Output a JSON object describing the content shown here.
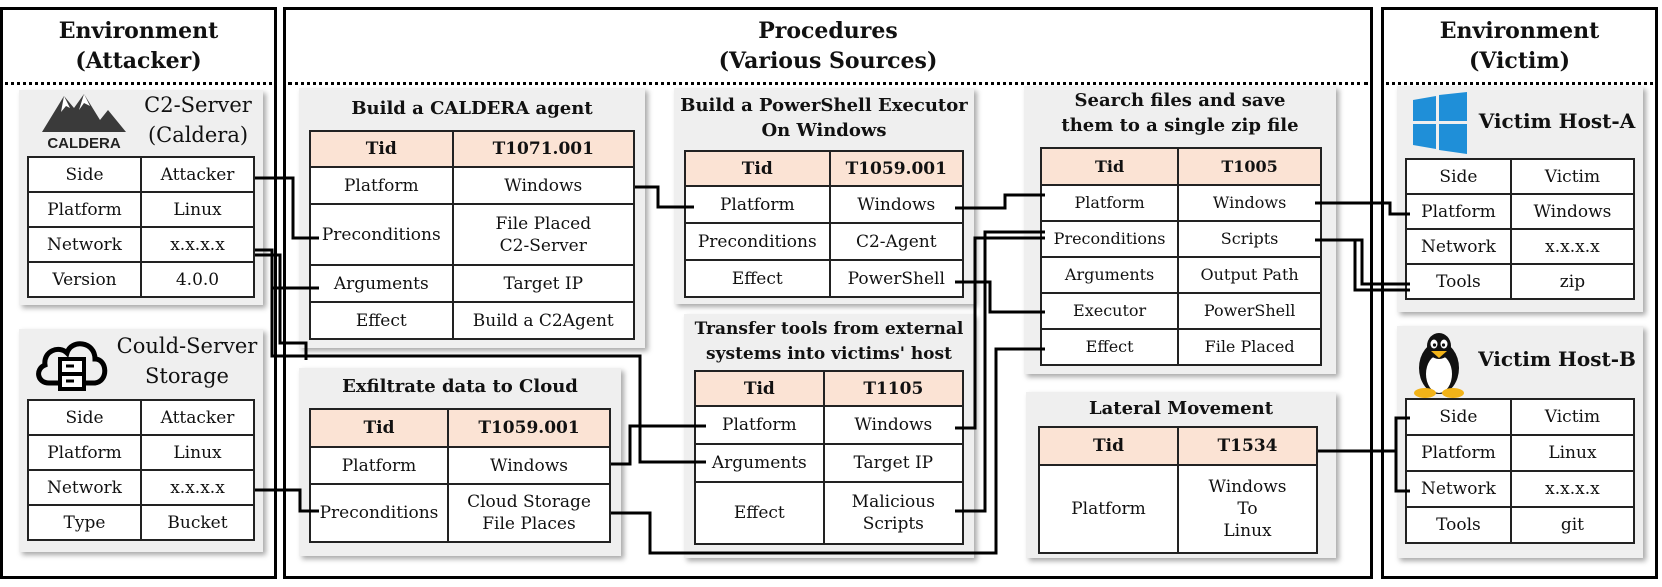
{
  "panels": {
    "attacker": {
      "title": [
        "Environment",
        "(Attacker)"
      ]
    },
    "procedures": {
      "title": [
        "Procedures",
        "(Various Sources)"
      ]
    },
    "victim": {
      "title": [
        "Environment",
        "(Victim)"
      ]
    }
  },
  "attacker": {
    "c2": {
      "brand": "CALDERA",
      "label": [
        "C2-Server",
        "(Caldera)"
      ],
      "rows": [
        [
          "Side",
          "Attacker"
        ],
        [
          "Platform",
          "Linux"
        ],
        [
          "Network",
          "x.x.x.x"
        ],
        [
          "Version",
          "4.0.0"
        ]
      ]
    },
    "cloud": {
      "label": [
        "Could-Server",
        "Storage"
      ],
      "rows": [
        [
          "Side",
          "Attacker"
        ],
        [
          "Platform",
          "Linux"
        ],
        [
          "Network",
          "x.x.x.x"
        ],
        [
          "Type",
          "Bucket"
        ]
      ]
    }
  },
  "procedures": {
    "caldera_agent": {
      "title": [
        "Build a CALDERA agent"
      ],
      "header": [
        "Tid",
        "T1071.001"
      ],
      "rows": [
        [
          "Platform",
          "Windows"
        ],
        [
          "Preconditions",
          "File Placed\nC2-Server"
        ],
        [
          "Arguments",
          "Target IP"
        ],
        [
          "Effect",
          "Build a C2Agent"
        ]
      ]
    },
    "exfiltrate": {
      "title": [
        "Exfiltrate data to Cloud"
      ],
      "header": [
        "Tid",
        "T1059.001"
      ],
      "rows": [
        [
          "Platform",
          "Windows"
        ],
        [
          "Preconditions",
          "Cloud Storage\nFile Places"
        ]
      ]
    },
    "powershell": {
      "title": [
        "Build a PowerShell Executor",
        "On Windows"
      ],
      "header": [
        "Tid",
        "T1059.001"
      ],
      "rows": [
        [
          "Platform",
          "Windows"
        ],
        [
          "Preconditions",
          "C2-Agent"
        ],
        [
          "Effect",
          "PowerShell"
        ]
      ]
    },
    "transfer": {
      "title": [
        "Transfer tools from external",
        "systems into victims' host"
      ],
      "header": [
        "Tid",
        "T1105"
      ],
      "rows": [
        [
          "Platform",
          "Windows"
        ],
        [
          "Arguments",
          "Target IP"
        ],
        [
          "Effect",
          "Malicious\nScripts"
        ]
      ]
    },
    "search": {
      "title": [
        "Search files and save",
        "them to a single zip file"
      ],
      "header": [
        "Tid",
        "T1005"
      ],
      "rows": [
        [
          "Platform",
          "Windows"
        ],
        [
          "Preconditions",
          "Scripts"
        ],
        [
          "Arguments",
          "Output Path"
        ],
        [
          "Executor",
          "PowerShell"
        ],
        [
          "Effect",
          "File Placed"
        ]
      ]
    },
    "lateral": {
      "title": [
        "Lateral Movement"
      ],
      "header": [
        "Tid",
        "T1534"
      ],
      "rows": [
        [
          "Platform",
          "Windows\nTo\nLinux"
        ]
      ]
    }
  },
  "victim": {
    "host_a": {
      "label": "Victim Host-A",
      "rows": [
        [
          "Side",
          "Victim"
        ],
        [
          "Platform",
          "Windows"
        ],
        [
          "Network",
          "x.x.x.x"
        ],
        [
          "Tools",
          "zip"
        ]
      ]
    },
    "host_b": {
      "label": "Victim Host-B",
      "rows": [
        [
          "Side",
          "Victim"
        ],
        [
          "Platform",
          "Linux"
        ],
        [
          "Network",
          "x.x.x.x"
        ],
        [
          "Tools",
          "git"
        ]
      ]
    }
  }
}
